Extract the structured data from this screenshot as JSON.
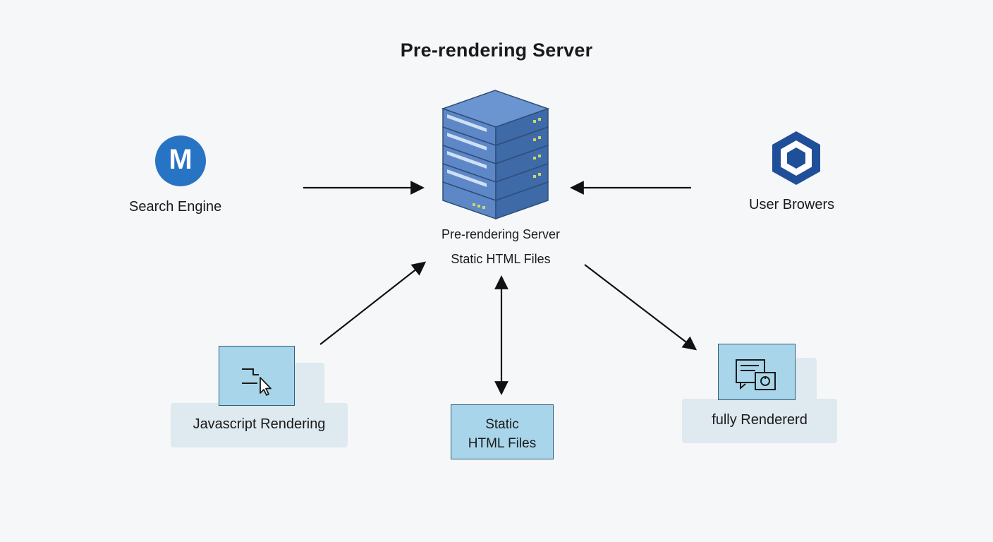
{
  "diagram": {
    "title": "Pre-rendering Server",
    "search_engine": {
      "label": "Search Engine",
      "logo_letter": "M",
      "icon": "search-engine-logo-icon"
    },
    "user_browsers": {
      "label": "User Browers",
      "icon": "hexagon-browser-logo-icon"
    },
    "server": {
      "name": "Pre-rendering Server",
      "sublabel": "Static HTML Files",
      "icon": "server-stack-icon"
    },
    "js_rendering": {
      "label": "Javascript Rendering",
      "icon": "cursor-code-icon"
    },
    "static_files": {
      "line1": "Static",
      "line2": "HTML Files"
    },
    "fully_rendered": {
      "label": "fully Rendererd",
      "icon": "rendered-page-icon"
    },
    "colors": {
      "server_blue": "#4f7ec0",
      "logo_blue": "#2874c4",
      "hex_blue": "#1f4f99",
      "box_fill": "#a9d5ea",
      "panel_fill": "#dfe9f0",
      "arrow": "#111111"
    }
  }
}
